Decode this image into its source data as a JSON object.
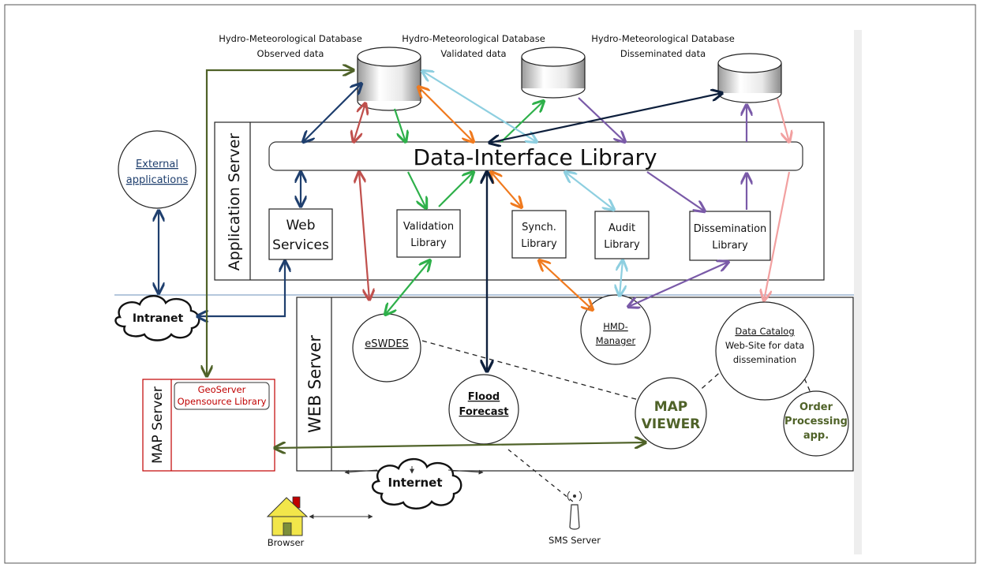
{
  "databases": {
    "observed": {
      "line1": "Hydro-Meteorological Database",
      "line2": "Observed data"
    },
    "validated": {
      "line1": "Hydro-Meteorological Database",
      "line2": "Validated data"
    },
    "disseminated": {
      "line1": "Hydro-Meteorological Database",
      "line2": "Disseminated data"
    }
  },
  "servers": {
    "application": "Application Server",
    "web": "WEB Server",
    "map": "MAP Server"
  },
  "data_interface_library": "Data-Interface Library",
  "libraries": {
    "web_services": {
      "line1": "Web",
      "line2": "Services"
    },
    "validation": {
      "line1": "Validation",
      "line2": "Library"
    },
    "synch": {
      "line1": "Synch.",
      "line2": "Library"
    },
    "audit": {
      "line1": "Audit",
      "line2": "Library"
    },
    "dissemination": {
      "line1": "Dissemination",
      "line2": "Library"
    }
  },
  "external_apps": {
    "line1": "External",
    "line2": "applications"
  },
  "clouds": {
    "intranet": "Intranet",
    "internet": "Internet"
  },
  "web_apps": {
    "eswdes": "eSWDES",
    "hmd_manager": {
      "line1": "HMD-",
      "line2": "Manager"
    },
    "flood_forecast": {
      "line1": "Flood",
      "line2": "Forecast"
    },
    "data_catalog": {
      "line1": "Data Catalog",
      "line2": "Web-Site for data",
      "line3": "dissemination"
    },
    "map_viewer": {
      "line1": "MAP",
      "line2": "VIEWER"
    },
    "order_processing": {
      "line1": "Order",
      "line2": "Processing",
      "line3": "app."
    }
  },
  "geoserver": {
    "line1": "GeoServer",
    "line2": "Opensource Library"
  },
  "browser": "Browser",
  "sms_server": "SMS Server",
  "colors": {
    "navy": "#1f3f6e",
    "dark_navy": "#0d1f3c",
    "red": "#c0504d",
    "green": "#2eb04a",
    "orange": "#f07a1e",
    "light_blue": "#8ecfe0",
    "purple": "#7a5aa8",
    "pink": "#f2a0a0",
    "olive": "#4f6228",
    "map_red": "#c00000",
    "map_viewer_green": "#4f6228"
  }
}
